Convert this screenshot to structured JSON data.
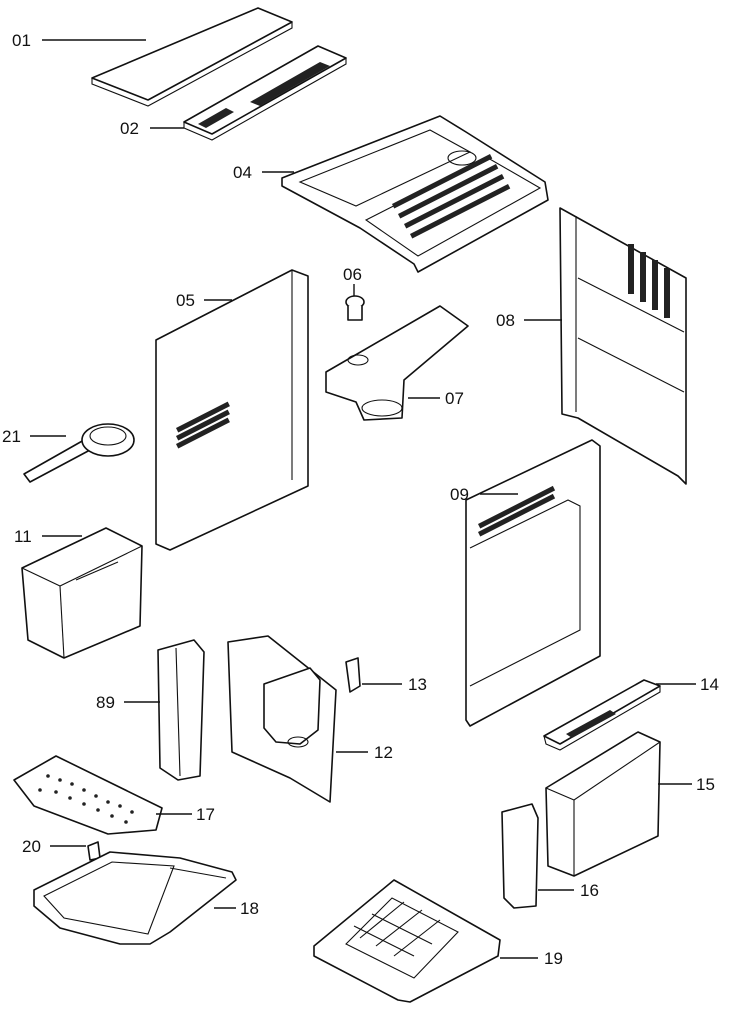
{
  "parts": [
    {
      "id": "p01",
      "label": "01"
    },
    {
      "id": "p02",
      "label": "02"
    },
    {
      "id": "p04",
      "label": "04"
    },
    {
      "id": "p05",
      "label": "05"
    },
    {
      "id": "p06",
      "label": "06"
    },
    {
      "id": "p07",
      "label": "07"
    },
    {
      "id": "p08",
      "label": "08"
    },
    {
      "id": "p09",
      "label": "09"
    },
    {
      "id": "p11",
      "label": "11"
    },
    {
      "id": "p12",
      "label": "12"
    },
    {
      "id": "p13",
      "label": "13"
    },
    {
      "id": "p14",
      "label": "14"
    },
    {
      "id": "p15",
      "label": "15"
    },
    {
      "id": "p16",
      "label": "16"
    },
    {
      "id": "p17",
      "label": "17"
    },
    {
      "id": "p18",
      "label": "18"
    },
    {
      "id": "p19",
      "label": "19"
    },
    {
      "id": "p20",
      "label": "20"
    },
    {
      "id": "p21",
      "label": "21"
    },
    {
      "id": "p89",
      "label": "89"
    }
  ]
}
